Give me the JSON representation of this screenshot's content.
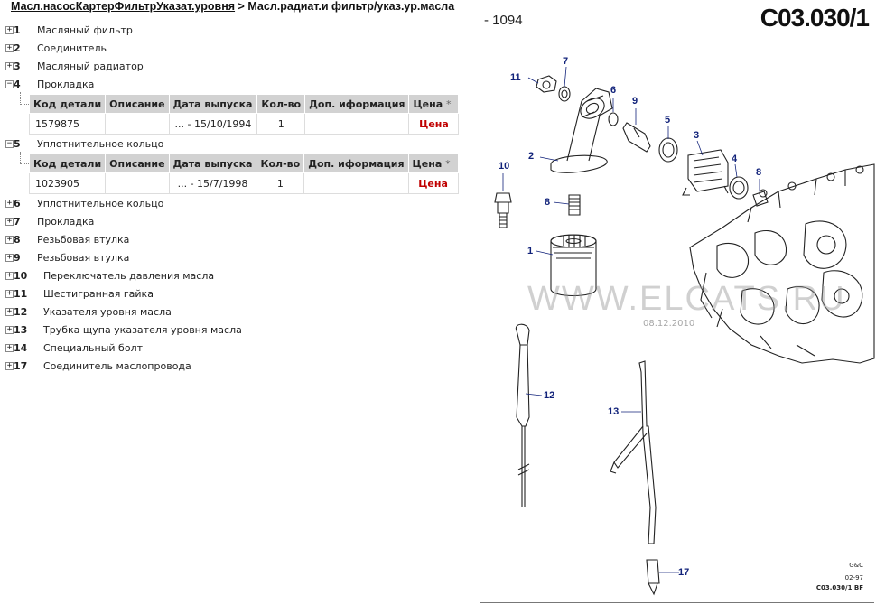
{
  "breadcrumb": {
    "parent_link": "Масл.насосКартерФильтрУказат.уровня",
    "separator": ">",
    "current": "Масл.радиат.и фильтр/указ.ур.масла"
  },
  "tree": {
    "nodes": [
      {
        "num": "1",
        "label": "Масляный фильтр",
        "expander": "+"
      },
      {
        "num": "2",
        "label": "Соединитель",
        "expander": "+"
      },
      {
        "num": "3",
        "label": "Масляный радиатор",
        "expander": "+"
      },
      {
        "num": "4",
        "label": "Прокладка",
        "expander": "−"
      },
      {
        "num": "5",
        "label": "Уплотнительное кольцо",
        "expander": "−"
      },
      {
        "num": "6",
        "label": "Уплотнительное кольцо",
        "expander": "+"
      },
      {
        "num": "7",
        "label": "Прокладка",
        "expander": "+"
      },
      {
        "num": "8",
        "label": "Резьбовая втулка",
        "expander": "+"
      },
      {
        "num": "9",
        "label": "Резьбовая втулка",
        "expander": "+"
      },
      {
        "num": "10",
        "label": "Переключатель давления масла",
        "expander": "+"
      },
      {
        "num": "11",
        "label": "Шестигранная гайка",
        "expander": "+"
      },
      {
        "num": "12",
        "label": "Указателя уровня масла",
        "expander": "+"
      },
      {
        "num": "13",
        "label": "Трубка щупа указателя уровня масла",
        "expander": "+"
      },
      {
        "num": "14",
        "label": "Специальный болт",
        "expander": "+"
      },
      {
        "num": "17",
        "label": "Соединитель маслопровода",
        "expander": "+"
      }
    ]
  },
  "parts_table": {
    "headers": [
      "Код детали",
      "Описание",
      "Дата выпуска",
      "Кол-во",
      "Доп. иформация",
      "Цена"
    ],
    "price_star": "*",
    "rows_4": [
      {
        "code": "1579875",
        "desc": "",
        "date": "... - 15/10/1994",
        "qty": "1",
        "info": "",
        "price": "Цена"
      }
    ],
    "rows_5": [
      {
        "code": "1023905",
        "desc": "",
        "date": "... - 15/7/1998",
        "qty": "1",
        "info": "",
        "price": "Цена"
      }
    ]
  },
  "diagram": {
    "ref": "- 1094",
    "code": "C03.030/1",
    "watermark": "WWW.ELCATS.RU",
    "watermark_date": "08.12.2010",
    "callouts": [
      "11",
      "7",
      "6",
      "9",
      "5",
      "3",
      "4",
      "8",
      "2",
      "10",
      "8",
      "1",
      "12",
      "13",
      "17"
    ],
    "footer": {
      "line1": "G&C",
      "line2": "02-97",
      "line3": "C03.030/1 BF"
    }
  },
  "colors": {
    "price": "#c00000",
    "header_bg": "#d2d2d2",
    "callout": "#11227a"
  }
}
